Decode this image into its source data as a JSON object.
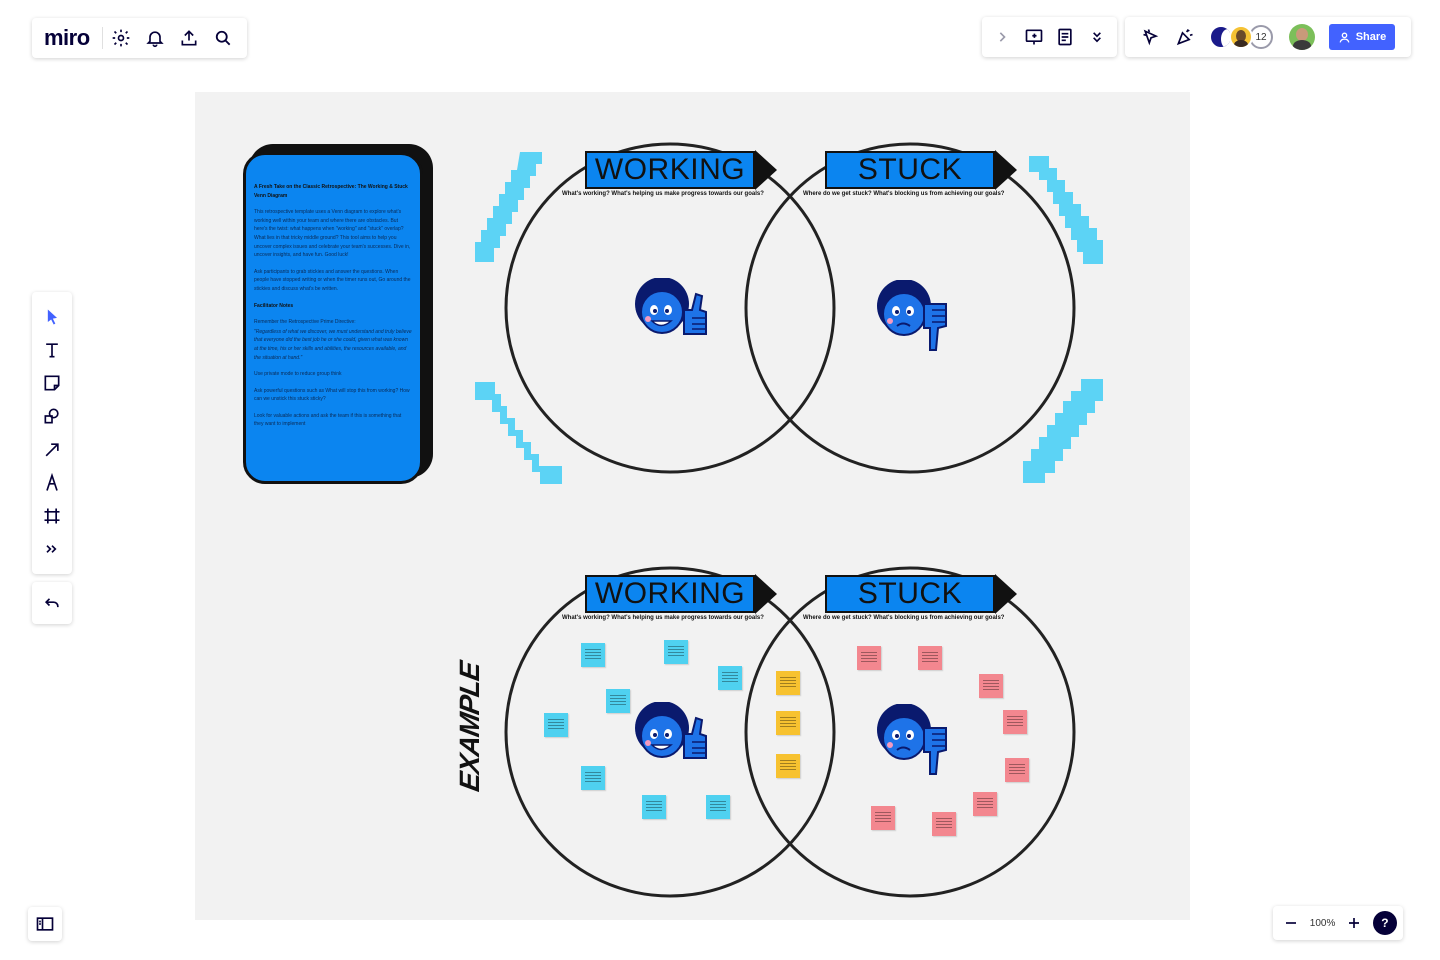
{
  "app": {
    "logo": "miro",
    "share_label": "Share",
    "collaborator_count": "12",
    "zoom_level": "100%",
    "help_label": "?"
  },
  "colors": {
    "accent": "#4262ff",
    "card_blue": "#0b85f0",
    "sticky_cyan": "#4fd1f0",
    "sticky_yellow": "#f7c230",
    "sticky_pink": "#f3878f",
    "canvas_bg": "#f2f2f2"
  },
  "icons": {
    "top_left": [
      "settings-icon",
      "bell-icon",
      "upload-icon",
      "search-icon"
    ],
    "top_right": [
      "chevron-right-icon",
      "presentation-icon",
      "notes-icon",
      "chevrons-down-icon",
      "cursor-icon",
      "celebrate-icon"
    ],
    "left_tools": [
      "select-icon",
      "text-icon",
      "sticky-note-icon",
      "shapes-icon",
      "arrow-icon",
      "pen-icon",
      "frame-icon",
      "more-icon",
      "undo-icon"
    ]
  },
  "board": {
    "working_label": "WORKING",
    "stuck_label": "STUCK",
    "working_question": "What's working? What's helping us make progress towards our goals?",
    "stuck_question": "Where do we get stuck? What's blocking us from achieving our goals?",
    "example_label": "EXAMPLE"
  },
  "info_card": {
    "title": "A Fresh Take on the Classic Retrospective: The Working & Stuck Venn Diagram",
    "p1": "This retrospective template uses a Venn diagram to explore what's working well within your team and where there are obstacles. But here's the twist: what happens when \"working\" and \"stuck\" overlap? What lies in that tricky middle ground? This tool aims to help you uncover complex issues and celebrate your team's successes. Dive in, uncover insights, and have fun. Good luck!",
    "p2": "Ask participants to grab stickies and answer the questions. When people have stopped writing or when the timer runs out, Go around the stickies and discuss what's be written.",
    "notes_heading": "Facilitator Notes",
    "p3": "Remember the Retrospective Prime Directive:",
    "p4": "\"Regardless of what we discover, we must understand and truly believe that everyone did the best job he or she could, given what was known at the time, his or her skills and abilities, the resources available, and the situation at hand.\"",
    "p5": "Use private mode to reduce group think",
    "p6": "Ask powerful questions such as What will stop this from working? How can we unstick this stuck sticky?",
    "p7": "Look for valuable actions and ask the team if this is something that they want to implement"
  }
}
